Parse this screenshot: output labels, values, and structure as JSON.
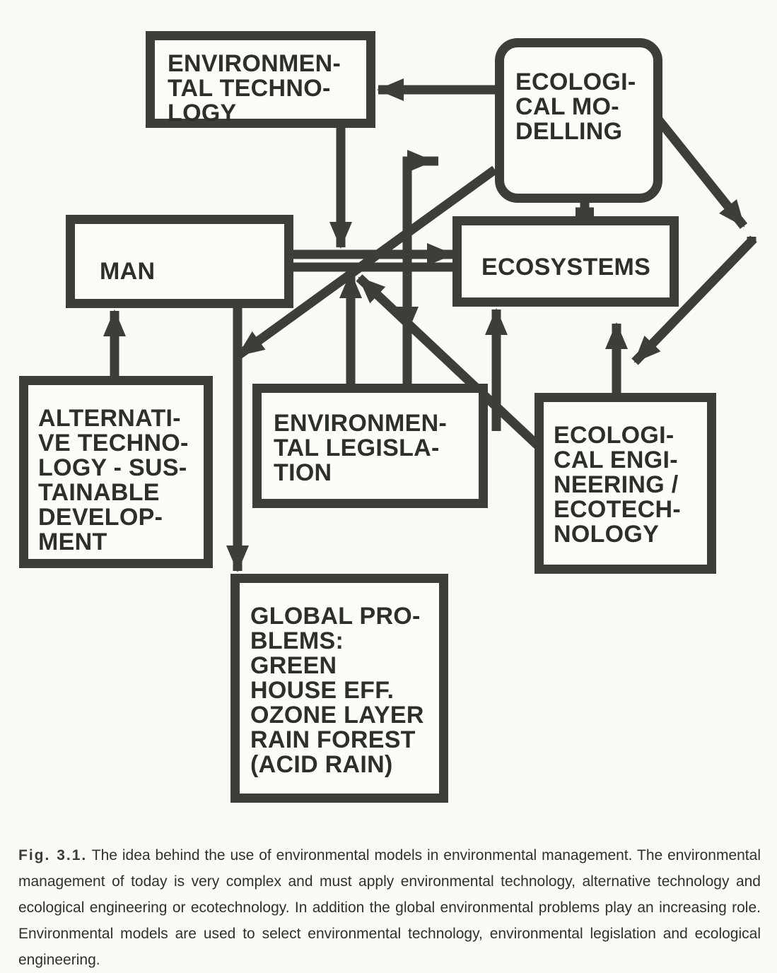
{
  "boxes": {
    "environmental_technology": "ENVIRONMEN-\nTAL TECHNO-\nLOGY",
    "ecological_modelling": "ECOLOGI-\nCAL MO-\nDELLING",
    "man": "MAN",
    "ecosystems": "ECOSYSTEMS",
    "alternative_technology": "ALTERNATI-\nVE TECHNO-\nLOGY - SUS-\nTAINABLE\nDEVELOP-\nMENT",
    "environmental_legislation": "ENVIRONMEN-\nTAL LEGISLA-\nTION",
    "ecological_engineering": "ECOLOGI-\nCAL ENGI-\nNEERING /\nECOTECH-\nNOLOGY",
    "global_problems": "GLOBAL PRO-\nBLEMS:\nGREEN\nHOUSE EFF.\nOZONE LAYER\nRAIN FOREST\n(ACID RAIN)"
  },
  "caption": {
    "label": "Fig. 3.1.",
    "text": "The idea behind the use of environmental models in environmental management. The environmental management of today is very complex and must apply environmental technology, alternative technology and ecological engineering or ecotechnology. In addition the global environmental problems play an increasing role. Environmental models are used to select environmental technology, environmental legislation and ecological engineering."
  },
  "colors": {
    "stroke": "#3b3f38",
    "text": "#2c2f2a",
    "background": "#fbfaf6"
  }
}
